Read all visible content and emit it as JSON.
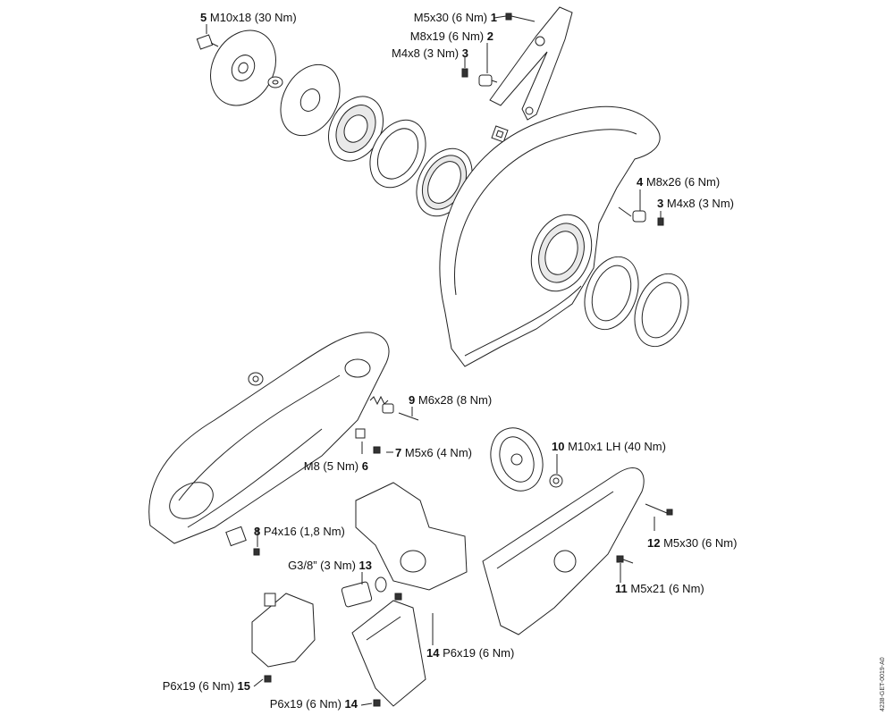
{
  "callouts": [
    {
      "id": "c1",
      "number": "1",
      "spec": "M5x30 (6 Nm)"
    },
    {
      "id": "c2",
      "number": "2",
      "spec": "M8x19 (6 Nm)"
    },
    {
      "id": "c3a",
      "number": "3",
      "spec": "M4x8 (3 Nm)"
    },
    {
      "id": "c5",
      "number": "5",
      "spec": "M10x18 (30 Nm)"
    },
    {
      "id": "c4",
      "number": "4",
      "spec": "M8x26 (6 Nm)"
    },
    {
      "id": "c3b",
      "number": "3",
      "spec": "M4x8 (3 Nm)"
    },
    {
      "id": "c9",
      "number": "9",
      "spec": "M6x28 (8 Nm)"
    },
    {
      "id": "c7",
      "number": "7",
      "spec": "M5x6 (4 Nm)"
    },
    {
      "id": "c6",
      "number": "6",
      "spec": "M8 (5 Nm)"
    },
    {
      "id": "c10",
      "number": "10",
      "spec": "M10x1 LH (40 Nm)"
    },
    {
      "id": "c8",
      "number": "8",
      "spec": "P4x16 (1,8 Nm)"
    },
    {
      "id": "c12",
      "number": "12",
      "spec": "M5x30 (6 Nm)"
    },
    {
      "id": "c13",
      "number": "13",
      "spec": "G3/8” (3 Nm)"
    },
    {
      "id": "c11",
      "number": "11",
      "spec": "M5x21 (6 Nm)"
    },
    {
      "id": "c14a",
      "number": "14",
      "spec": "P6x19 (6 Nm)"
    },
    {
      "id": "c15",
      "number": "15",
      "spec": "P6x19 (6 Nm)"
    },
    {
      "id": "c14b",
      "number": "14",
      "spec": "P6x19 (6 Nm)"
    }
  ],
  "doc_id": "4238-GET-0019-A0"
}
